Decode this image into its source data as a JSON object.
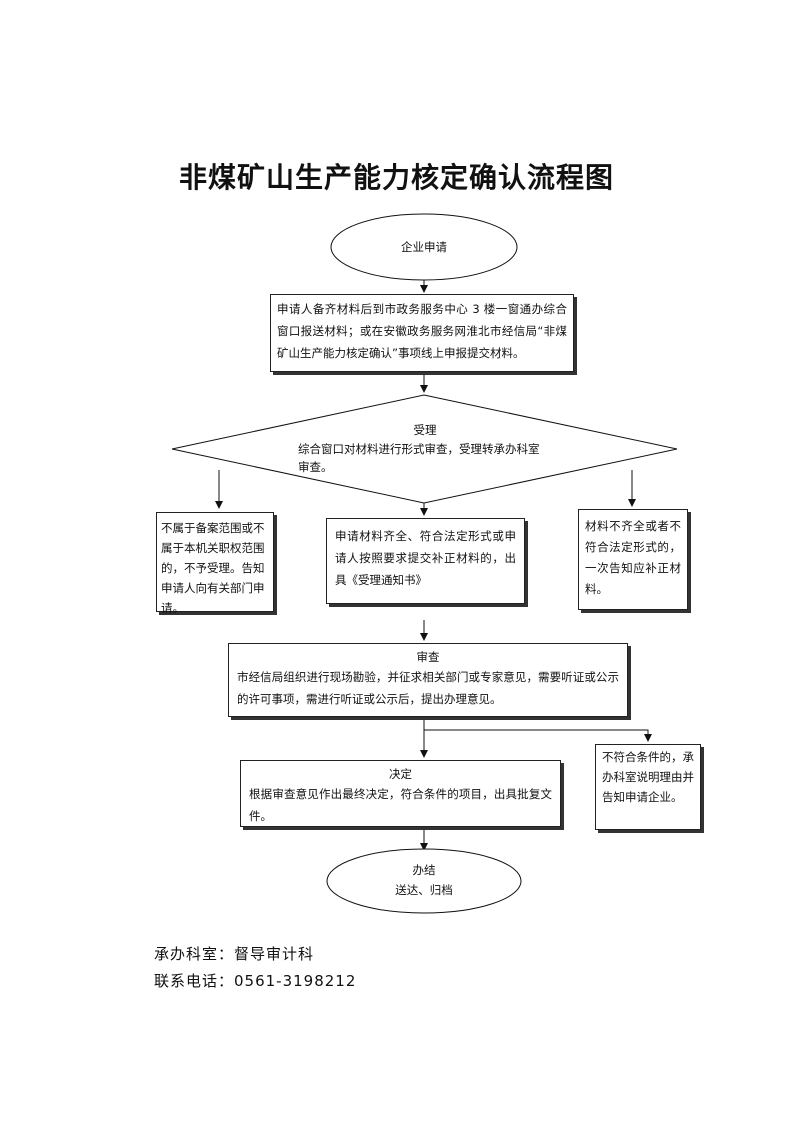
{
  "title": "非煤矿山生产能力核定确认流程图",
  "nodes": {
    "start": "企业申请",
    "apply_desc": "申请人备齐材料后到市政务服务中心 3 楼一窗通办综合窗口报送材料；或在安徽政务服务网淮北市经信局“非煤矿山生产能力核定确认”事项线上申报提交材料。",
    "accept_title": "受理",
    "accept_desc": "综合窗口对材料进行形式审查，受理转承办科室审查。",
    "reject_left": "不属于备案范围或不属于本机关职权范围的，不予受理。告知申请人向有关部门申请。",
    "accept_mid": "申请材料齐全、符合法定形式或申请人按照要求提交补正材料的，出具《受理通知书》",
    "supplement_right": "材料不齐全或者不符合法定形式的，一次告知应补正材料。",
    "review_title": "审查",
    "review_desc": "市经信局组织进行现场勘验，并征求相关部门或专家意见，需要听证或公示的许可事项，需进行听证或公示后，提出办理意见。",
    "decision_title": "决定",
    "decision_desc": "根据审查意见作出最终决定，符合条件的项目，出具批复文件。",
    "reject_final": "不符合条件的，承办科室说明理由并告知申请企业。",
    "end_title": "办结",
    "end_desc": "送达、归档"
  },
  "footer": {
    "dept": "承办科室：督导审计科",
    "phone": "联系电话：0561-3198212"
  }
}
